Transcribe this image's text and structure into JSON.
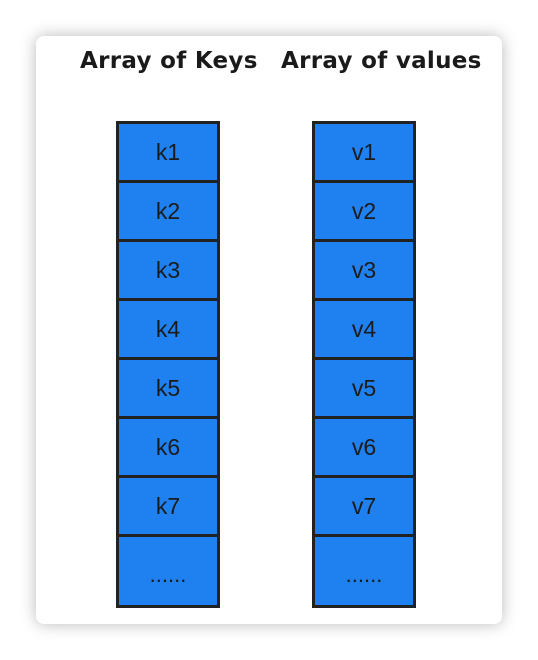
{
  "titles": {
    "keys": "Array of Keys",
    "values": "Array of values"
  },
  "keys": [
    "k1",
    "k2",
    "k3",
    "k4",
    "k5",
    "k6",
    "k7",
    "......"
  ],
  "values": [
    "v1",
    "v2",
    "v3",
    "v4",
    "v5",
    "v6",
    "v7",
    "......"
  ],
  "colors": {
    "cell_fill": "#1f80f0",
    "cell_border": "#222222",
    "text": "#1a1a1a"
  }
}
